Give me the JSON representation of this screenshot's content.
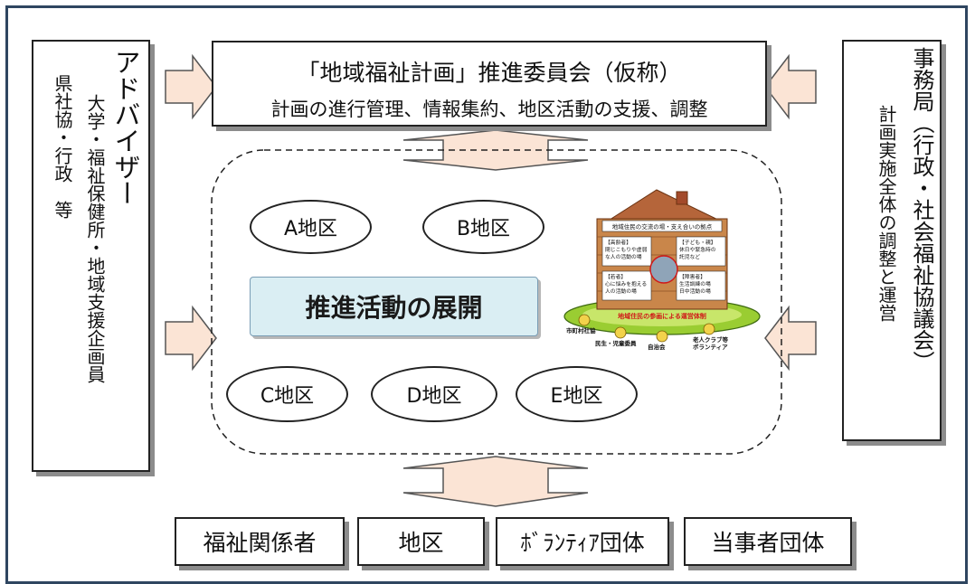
{
  "committee": {
    "title": "「地域福祉計画」推進委員会（仮称）",
    "subtitle": "計画の進行管理、情報集約、地区活動の支援、調整"
  },
  "advisor": {
    "title": "アドバイザー",
    "line1": "大学・福祉保健所・地域支援企画員",
    "line2": "県社協・行政　等"
  },
  "secretariat": {
    "title": "事務局（行政・社会福祉協議会）",
    "subtitle": "計画実施全体の調整と運営"
  },
  "center": {
    "label": "推進活動の展開"
  },
  "districts": [
    "A地区",
    "B地区",
    "C地区",
    "D地区",
    "E地区"
  ],
  "house": {
    "roof_label": "地域住民の交流の場・支え合いの拠点",
    "panel_elderly": "【高齢者】\n閉じこもりや虚弱\nな人の活動の場",
    "panel_children": "【子ども・親】\n休日や緊急時の\n託児など",
    "panel_youth": "【若者】\n心に悩みを抱える\n人の活動の場",
    "panel_disabled": "【障害者】\n生活訓練の場\n日中活動の場",
    "base_label": "地域住民の参画による運営体制",
    "person1": "市町村社協",
    "person2": "民生・児童委員",
    "person3": "自治会",
    "person4": "老人クラブ等\nボランティア"
  },
  "bottom": [
    "福祉関係者",
    "地区",
    "ﾎﾞﾗﾝﾃｨｱ団体",
    "当事者団体"
  ],
  "colors": {
    "frame": "#2f4660",
    "arrow_fill": "#fbe4d5",
    "center_fill": "#daeef3",
    "house_wood": "#c9864a",
    "house_roof": "#b5653a",
    "base_green": "#9acd32",
    "smiley": "#f2d24b"
  }
}
